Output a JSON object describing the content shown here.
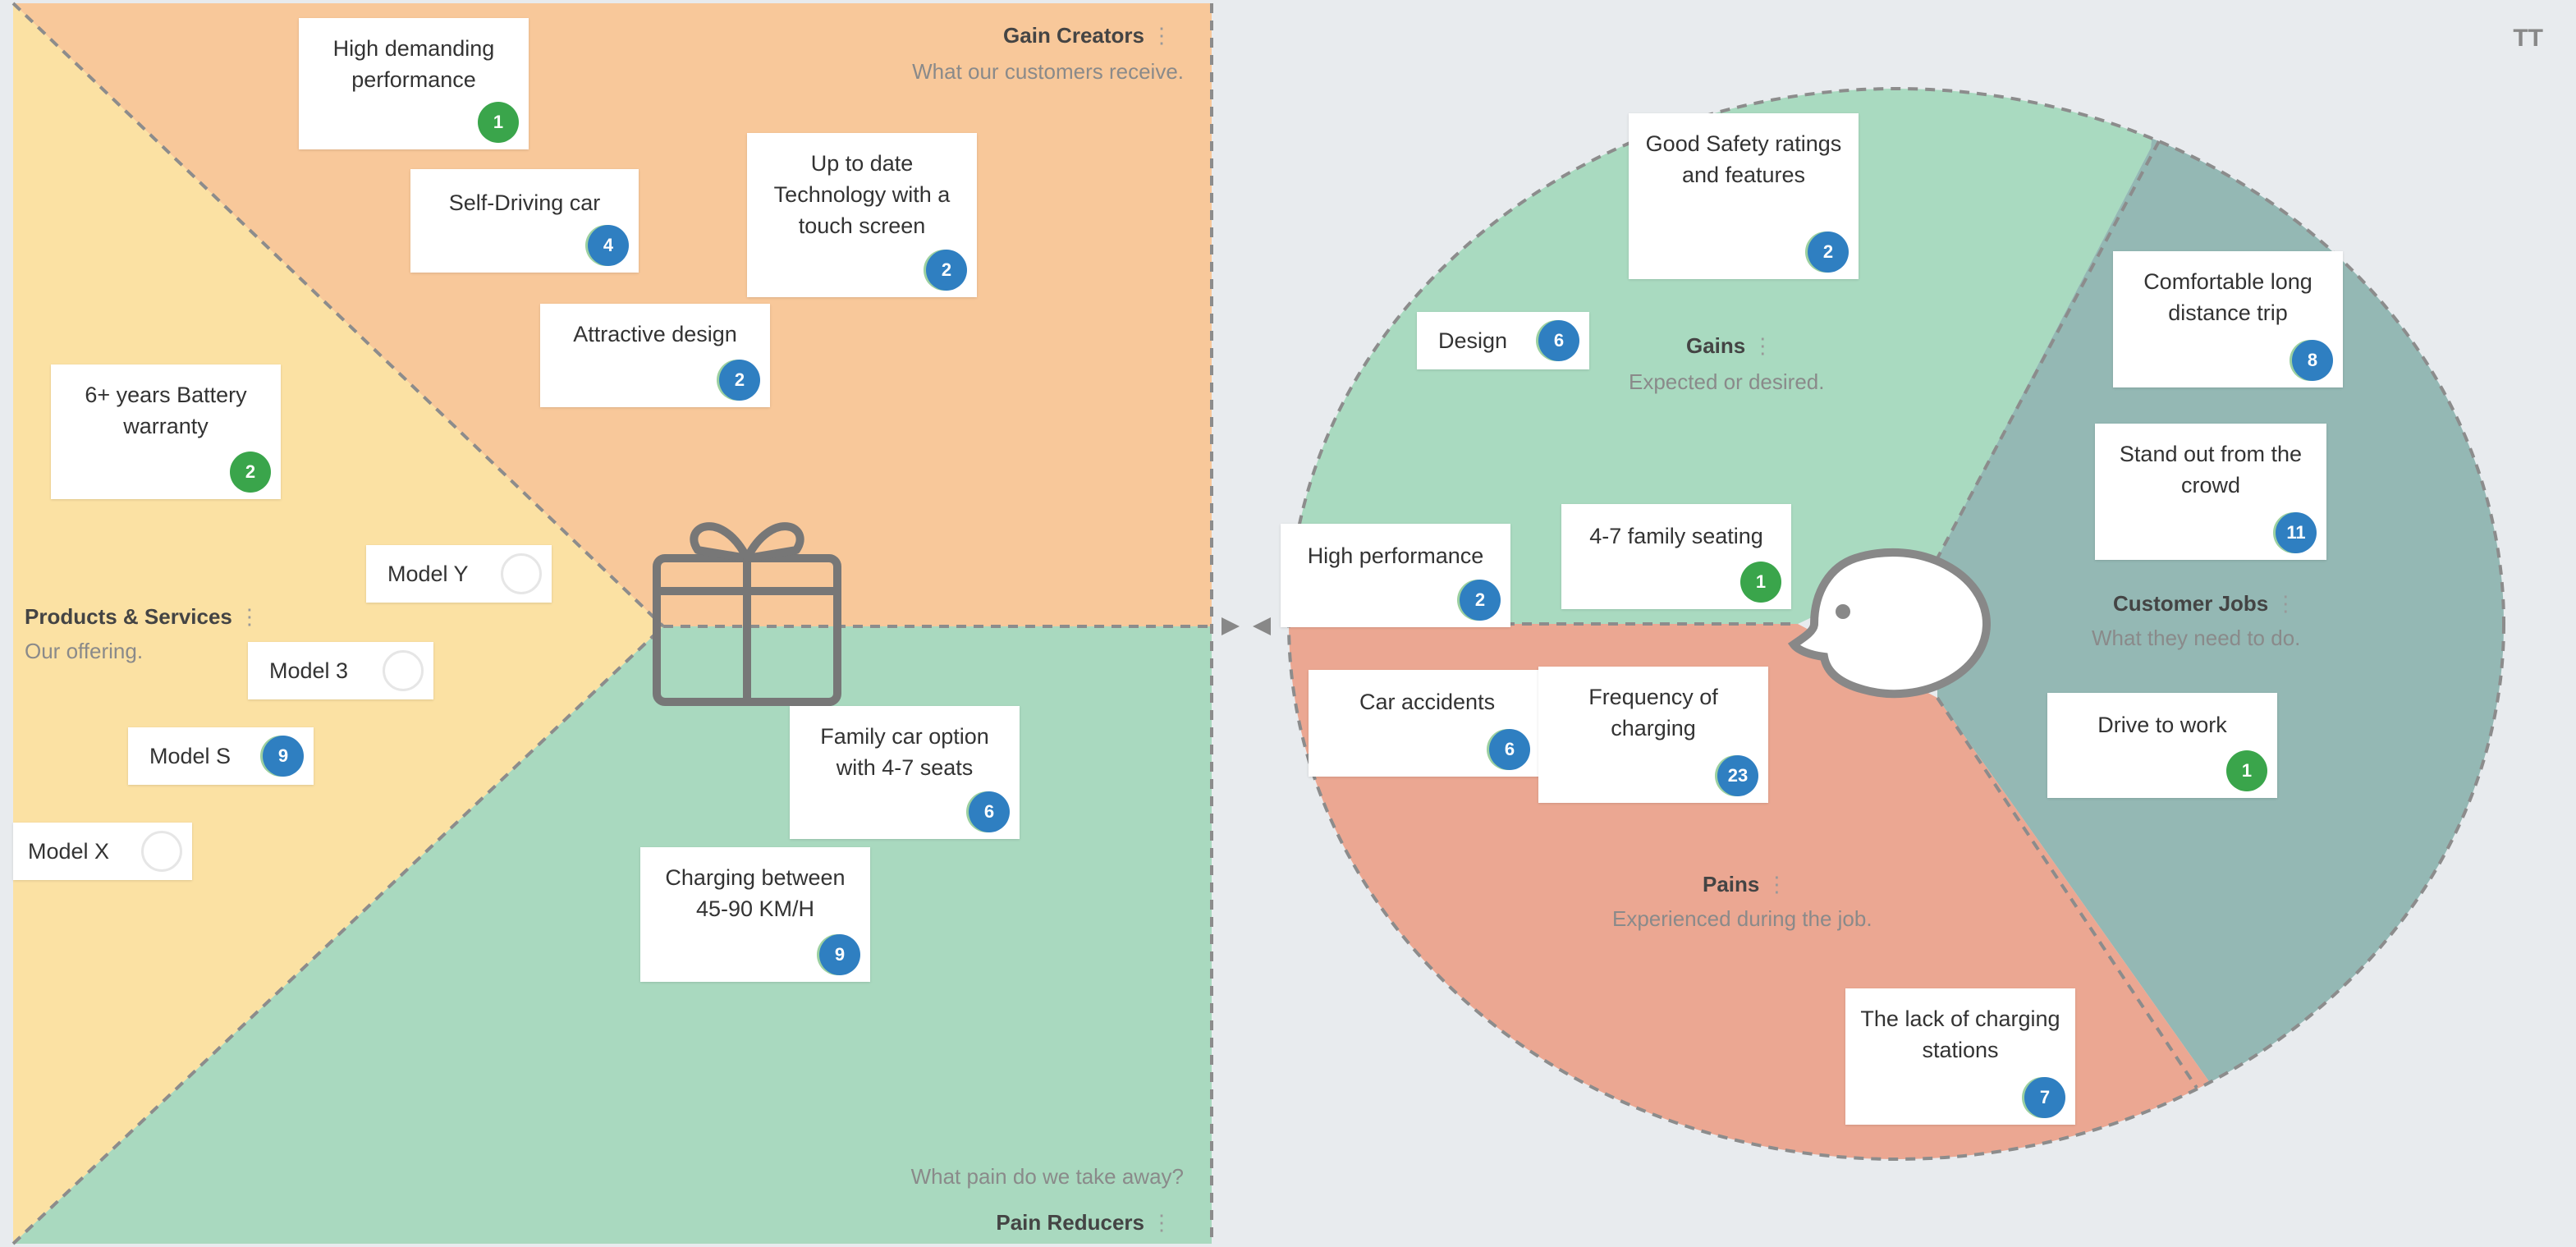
{
  "colors": {
    "gain_creators": "#f8c89a",
    "products": "#fbe1a3",
    "pain_reducers": "#a9d9bf",
    "gains": "#a9dac0",
    "customer_jobs": "#94b8b4",
    "pains": "#eba792",
    "background": "#e8ebee",
    "badge_blue": "#2f7fc1",
    "badge_green": "#3aa54b"
  },
  "toolbar": {
    "text_size_icon": "text-size-icon",
    "text_size_label": "TT"
  },
  "value_map": {
    "gain_creators": {
      "title": "Gain Creators",
      "subtitle": "What our customers receive."
    },
    "products": {
      "title": "Products & Services",
      "subtitle": "Our offering."
    },
    "pain_reducers": {
      "title": "Pain Reducers",
      "subtitle": "What pain do we take away?"
    },
    "icon": "gift-icon",
    "cards": [
      {
        "text": "High demanding performance",
        "count": "1",
        "badge": "green"
      },
      {
        "text": "Self-Driving car",
        "count": "4",
        "badge": "blue"
      },
      {
        "text": "Up to date Technology with a touch screen",
        "count": "2",
        "badge": "blue"
      },
      {
        "text": "Attractive design",
        "count": "2",
        "badge": "blue"
      },
      {
        "text": "6+ years Battery warranty",
        "count": "2",
        "badge": "green"
      },
      {
        "text": "Model Y",
        "count": "",
        "badge": "empty"
      },
      {
        "text": "Model 3",
        "count": "",
        "badge": "empty"
      },
      {
        "text": "Model S",
        "count": "9",
        "badge": "blue"
      },
      {
        "text": "Model X",
        "count": "",
        "badge": "empty"
      },
      {
        "text": "Family car option with 4-7 seats",
        "count": "6",
        "badge": "blue"
      },
      {
        "text": "Charging between 45-90 KM/H",
        "count": "9",
        "badge": "blue"
      }
    ]
  },
  "customer_profile": {
    "gains": {
      "title": "Gains",
      "subtitle": "Expected or desired."
    },
    "customer_jobs": {
      "title": "Customer Jobs",
      "subtitle": "What they need to do."
    },
    "pains": {
      "title": "Pains",
      "subtitle": "Experienced during the job."
    },
    "icon": "customer-face-icon",
    "cards": [
      {
        "text": "Good Safety ratings and features",
        "count": "2",
        "badge": "blue"
      },
      {
        "text": "Design",
        "count": "6",
        "badge": "blue"
      },
      {
        "text": "High performance",
        "count": "2",
        "badge": "blue"
      },
      {
        "text": "4-7 family seating",
        "count": "1",
        "badge": "green"
      },
      {
        "text": "Comfortable long distance trip",
        "count": "8",
        "badge": "blue"
      },
      {
        "text": "Stand out from the crowd",
        "count": "11",
        "badge": "blue"
      },
      {
        "text": "Drive to work",
        "count": "1",
        "badge": "green"
      },
      {
        "text": "Car accidents",
        "count": "6",
        "badge": "blue"
      },
      {
        "text": "Frequency of charging",
        "count": "23",
        "badge": "blue"
      },
      {
        "text": "The lack of charging stations",
        "count": "7",
        "badge": "blue"
      }
    ]
  }
}
